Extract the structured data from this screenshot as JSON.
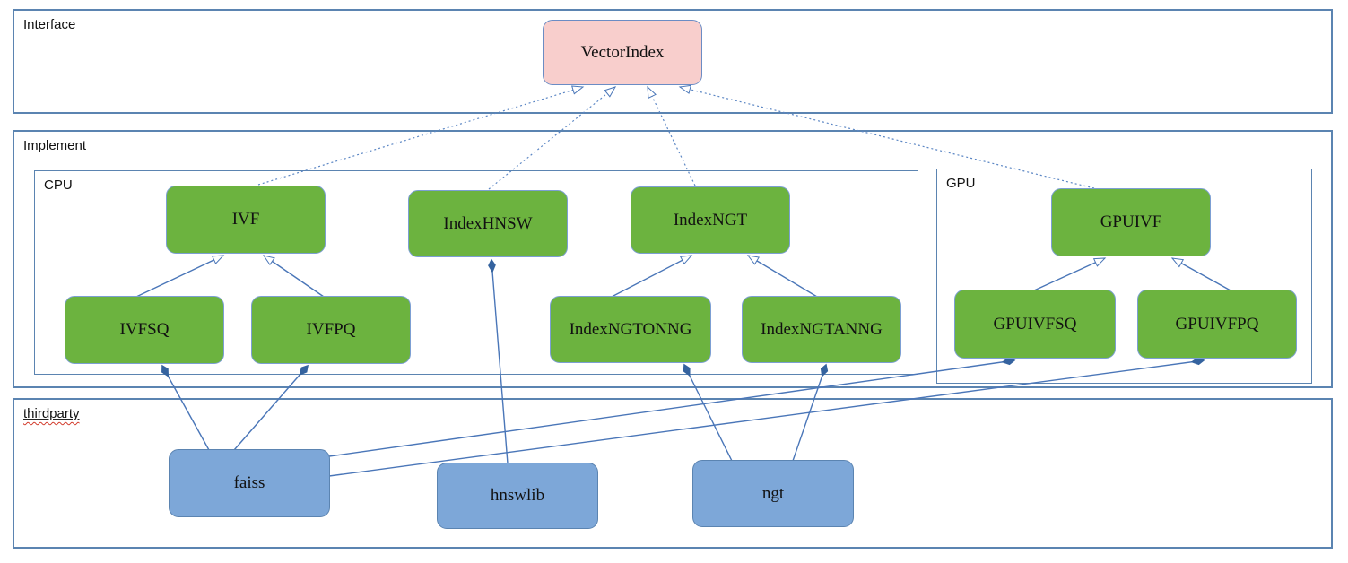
{
  "containers": {
    "interface": {
      "label": "Interface"
    },
    "implement": {
      "label": "Implement"
    },
    "cpu": {
      "label": "CPU"
    },
    "gpu": {
      "label": "GPU"
    },
    "thirdparty": {
      "label": "thirdparty",
      "spellcheck_underline": true
    }
  },
  "nodes": {
    "vectorindex": {
      "label": "VectorIndex",
      "fill": "#f8cecc",
      "group": "interface"
    },
    "ivf": {
      "label": "IVF",
      "fill": "#6cb33f",
      "group": "cpu"
    },
    "indexhnsw": {
      "label": "IndexHNSW",
      "fill": "#6cb33f",
      "group": "cpu"
    },
    "indexngt": {
      "label": "IndexNGT",
      "fill": "#6cb33f",
      "group": "cpu"
    },
    "ivfsq": {
      "label": "IVFSQ",
      "fill": "#6cb33f",
      "group": "cpu"
    },
    "ivfpq": {
      "label": "IVFPQ",
      "fill": "#6cb33f",
      "group": "cpu"
    },
    "indexngtonng": {
      "label": "IndexNGTONNG",
      "fill": "#6cb33f",
      "group": "cpu"
    },
    "indexngtanng": {
      "label": "IndexNGTANNG",
      "fill": "#6cb33f",
      "group": "cpu"
    },
    "gpuivf": {
      "label": "GPUIVF",
      "fill": "#6cb33f",
      "group": "gpu"
    },
    "gpuivfsq": {
      "label": "GPUIVFSQ",
      "fill": "#6cb33f",
      "group": "gpu"
    },
    "gpuivfpq": {
      "label": "GPUIVFPQ",
      "fill": "#6cb33f",
      "group": "gpu"
    },
    "faiss": {
      "label": "faiss",
      "fill": "#7da7d8",
      "group": "thirdparty"
    },
    "hnswlib": {
      "label": "hnswlib",
      "fill": "#7da7d8",
      "group": "thirdparty"
    },
    "ngt": {
      "label": "ngt",
      "fill": "#7da7d8",
      "group": "thirdparty"
    }
  },
  "edges": [
    {
      "from": "ivf",
      "to": "vectorindex",
      "type": "realization-dashed-hollow-arrow"
    },
    {
      "from": "indexhnsw",
      "to": "vectorindex",
      "type": "realization-dashed-hollow-arrow"
    },
    {
      "from": "indexngt",
      "to": "vectorindex",
      "type": "realization-dashed-hollow-arrow"
    },
    {
      "from": "gpuivf",
      "to": "vectorindex",
      "type": "realization-dashed-hollow-arrow"
    },
    {
      "from": "ivfsq",
      "to": "ivf",
      "type": "inheritance-solid-hollow-arrow"
    },
    {
      "from": "ivfpq",
      "to": "ivf",
      "type": "inheritance-solid-hollow-arrow"
    },
    {
      "from": "indexngtonng",
      "to": "indexngt",
      "type": "inheritance-solid-hollow-arrow"
    },
    {
      "from": "indexngtanng",
      "to": "indexngt",
      "type": "inheritance-solid-hollow-arrow"
    },
    {
      "from": "gpuivfsq",
      "to": "gpuivf",
      "type": "inheritance-solid-hollow-arrow"
    },
    {
      "from": "gpuivfpq",
      "to": "gpuivf",
      "type": "inheritance-solid-hollow-arrow"
    },
    {
      "from": "faiss",
      "to": "ivfsq",
      "type": "composition-filled-diamond"
    },
    {
      "from": "faiss",
      "to": "ivfpq",
      "type": "composition-filled-diamond"
    },
    {
      "from": "faiss",
      "to": "gpuivfsq",
      "type": "composition-filled-diamond"
    },
    {
      "from": "faiss",
      "to": "gpuivfpq",
      "type": "composition-filled-diamond"
    },
    {
      "from": "hnswlib",
      "to": "indexhnsw",
      "type": "composition-filled-diamond"
    },
    {
      "from": "ngt",
      "to": "indexngtonng",
      "type": "composition-filled-diamond"
    },
    {
      "from": "ngt",
      "to": "indexngtanng",
      "type": "composition-filled-diamond"
    }
  ],
  "colors": {
    "container_border": "#5b84b1",
    "node_green_fill": "#6cb33f",
    "node_pink_fill": "#f8cecc",
    "node_blue_fill": "#7da7d8",
    "node_border": "#7c9fd3",
    "edge_line": "#4a76b8",
    "diamond_fill": "#35639f",
    "spellcheck_wave": "#d23a2a",
    "background": "#ffffff"
  }
}
